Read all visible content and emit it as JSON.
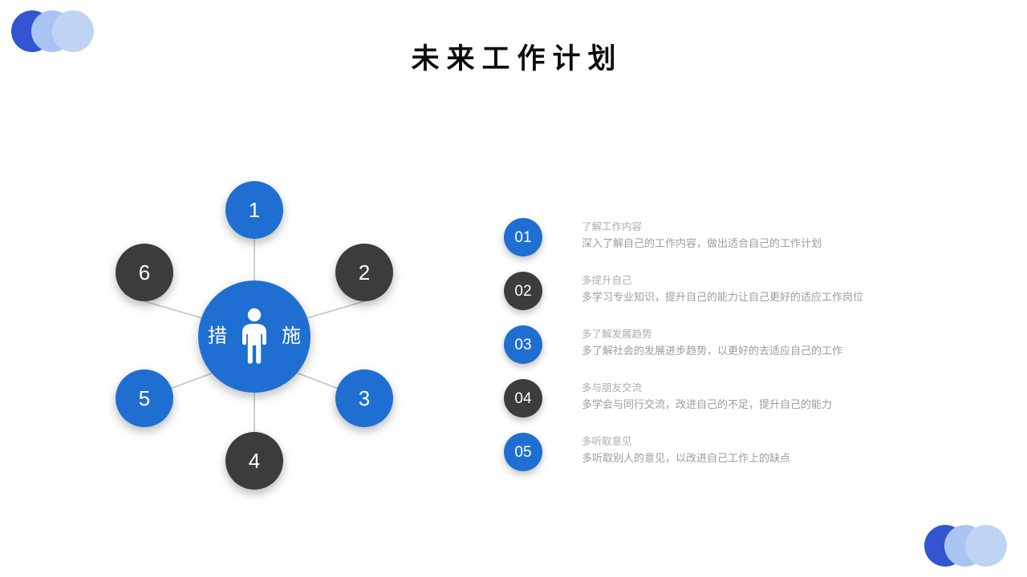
{
  "slide": {
    "title": "未来工作计划",
    "background_color": "#ffffff",
    "accent_blue": "#1f6fd2",
    "accent_dark": "#3c3c3a",
    "logo_colors": [
      "#3355d1",
      "#a9c4f2",
      "#bfd4f5"
    ]
  },
  "hub": {
    "label_left": "措",
    "label_right": "施",
    "icon": "person-icon",
    "color": "#1f6fd2",
    "nodes": [
      {
        "number": "1",
        "color": "blue"
      },
      {
        "number": "2",
        "color": "dark"
      },
      {
        "number": "3",
        "color": "blue"
      },
      {
        "number": "4",
        "color": "dark"
      },
      {
        "number": "5",
        "color": "blue"
      },
      {
        "number": "6",
        "color": "dark"
      }
    ]
  },
  "list": {
    "items": [
      {
        "number": "01",
        "color": "blue",
        "title": "了解工作内容",
        "desc": "深入了解自己的工作内容，做出适合自己的工作计划"
      },
      {
        "number": "02",
        "color": "dark",
        "title": "多提升自己",
        "desc": "多学习专业知识，提升自己的能力让自己更好的适应工作岗位"
      },
      {
        "number": "03",
        "color": "blue",
        "title": "多了解发展趋势",
        "desc": "多了解社会的发展进步趋势，以更好的去适应自己的工作"
      },
      {
        "number": "04",
        "color": "dark",
        "title": "多与朋友交流",
        "desc": "多学会与同行交流，改进自己的不足，提升自己的能力"
      },
      {
        "number": "05",
        "color": "blue",
        "title": "多听取意见",
        "desc": "多听取别人的意见，以改进自己工作上的缺点"
      }
    ]
  }
}
